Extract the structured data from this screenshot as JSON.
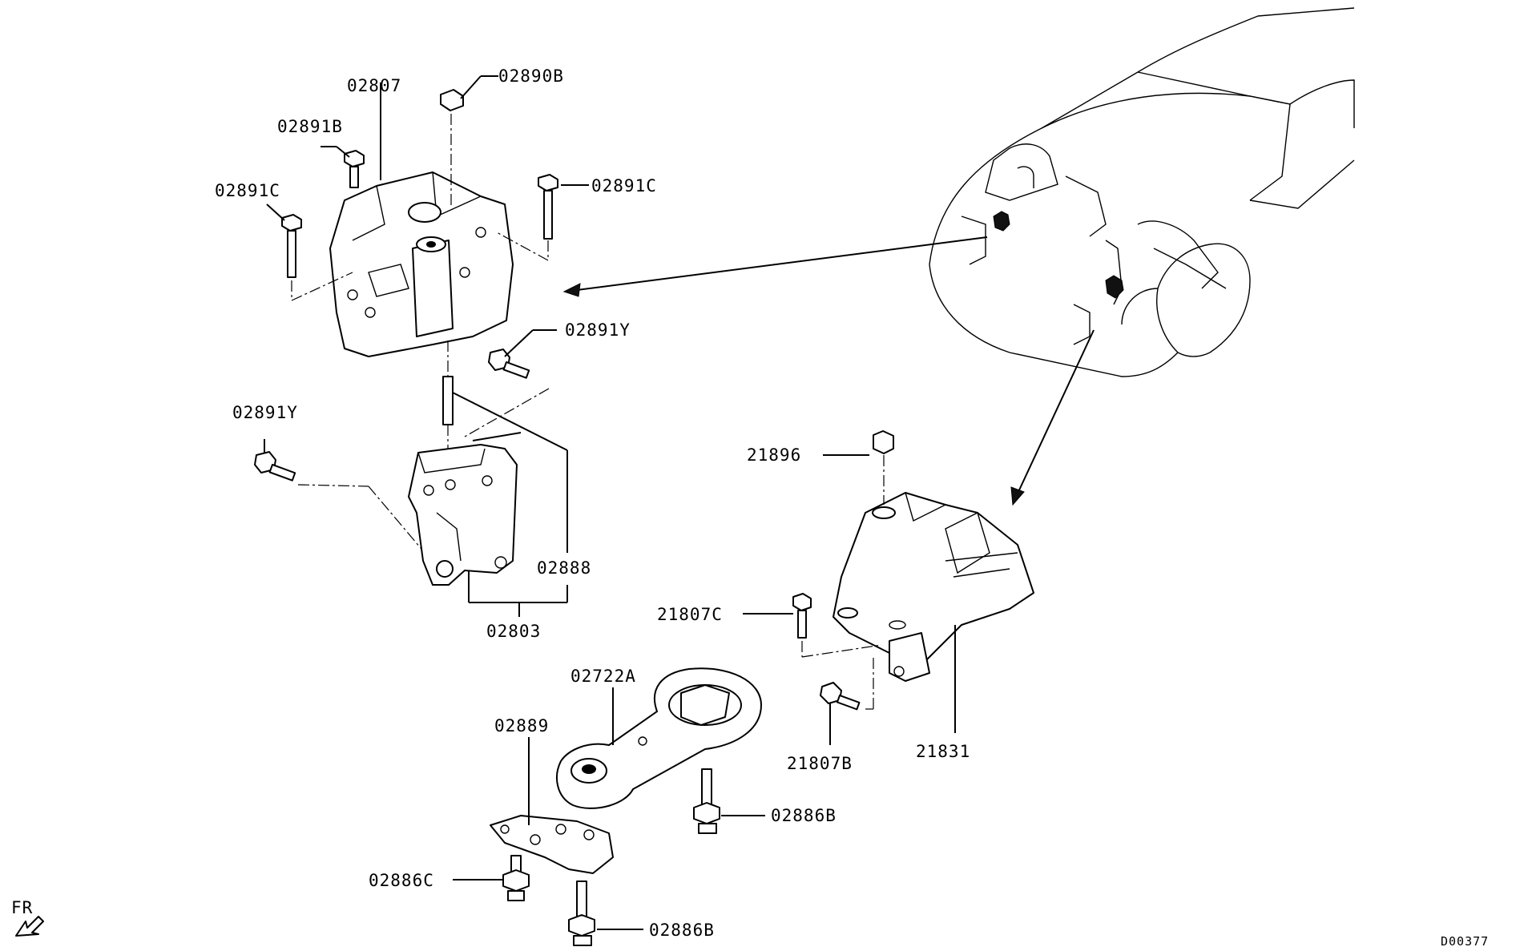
{
  "diagram_code": "D00377",
  "direction_label": "FR",
  "callouts": {
    "c02807": "02807",
    "c02890B": "02890B",
    "c02891B": "02891B",
    "c02891C_left": "02891C",
    "c02891C_right": "02891C",
    "c02891Y_upper": "02891Y",
    "c02891Y_left": "02891Y",
    "c02888": "02888",
    "c02803": "02803",
    "c21896": "21896",
    "c21807C": "21807C",
    "c21807B": "21807B",
    "c21831": "21831",
    "c02722A": "02722A",
    "c02889": "02889",
    "c02886B_upper": "02886B",
    "c02886C": "02886C",
    "c02886B_lower": "02886B"
  }
}
